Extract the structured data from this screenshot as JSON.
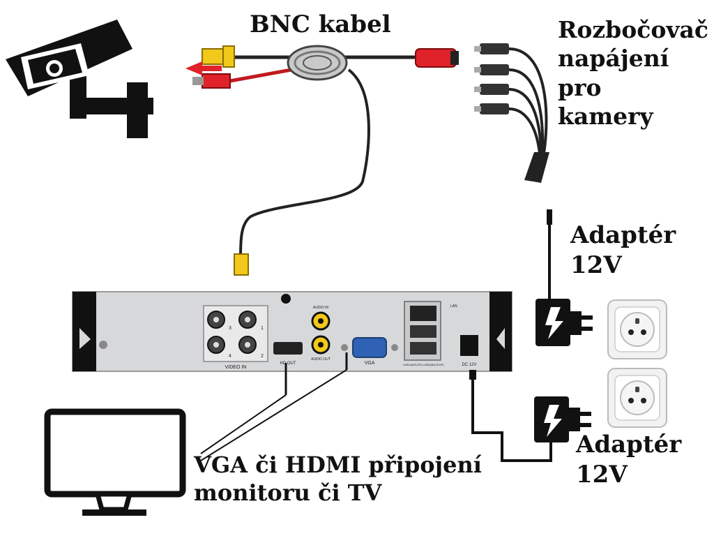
{
  "labels": {
    "bnc_cable": "BNC kabel",
    "splitter_line1": "Rozbočovač",
    "splitter_line2": "napájení pro",
    "splitter_line3": "kamery",
    "adapter_top_line1": "Adaptér",
    "adapter_top_line2": "12V",
    "adapter_bottom_line1": "Adaptér",
    "adapter_bottom_line2": "12V",
    "monitor_line1": "VGA či HDMI připojení",
    "monitor_line2": "monitoru či TV"
  },
  "dvr_panel": {
    "video_in": "VIDEO IN",
    "port_1": "1",
    "port_2": "2",
    "port_3": "3",
    "port_4": "4",
    "audio_in": "AUDIO IN",
    "audio_out": "AUDIO OUT",
    "hd_out": "HD OUT",
    "vga": "VGA",
    "lan": "LAN",
    "usb": "USB1(MOUSE) USB2(BACKUP)",
    "dc": "DC 12V"
  },
  "colors": {
    "dvr_body": "#d7d8da",
    "dvr_dark": "#111111",
    "bnc_red": "#e0222a",
    "bnc_yellow": "#f2c81a",
    "vga_blue": "#2f62b4"
  },
  "icons": [
    "camera-icon",
    "monitor-icon",
    "adapter-icon",
    "socket-icon",
    "power-splitter-icon"
  ]
}
